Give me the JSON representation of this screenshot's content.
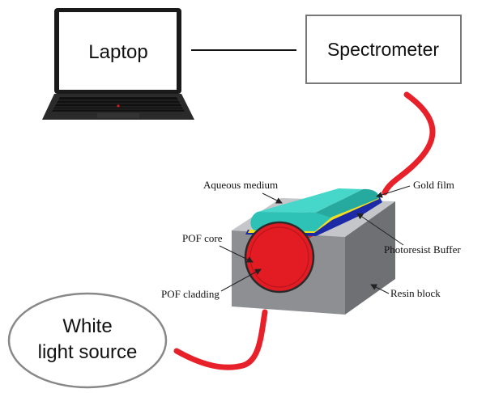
{
  "devices": {
    "laptop": "Laptop",
    "spectrometer": "Spectrometer",
    "light_source_line1": "White",
    "light_source_line2": "light source"
  },
  "sensor_labels": {
    "aqueous_medium": "Aqueous medium",
    "gold_film": "Gold film",
    "pof_core": "POF core",
    "photoresist_buffer": "Photoresist Buffer",
    "pof_cladding": "POF cladding",
    "resin_block": "Resin block"
  },
  "colors": {
    "fiber": "#e8202a",
    "pof_core": "#e31b23",
    "aqueous_medium": "#2ec2b6",
    "gold_film": "#f2e020",
    "photoresist_buffer": "#1d2aa8",
    "resin_block_front": "#8e8f92",
    "resin_block_top": "#c5c6c9",
    "resin_block_side": "#6f7074"
  }
}
